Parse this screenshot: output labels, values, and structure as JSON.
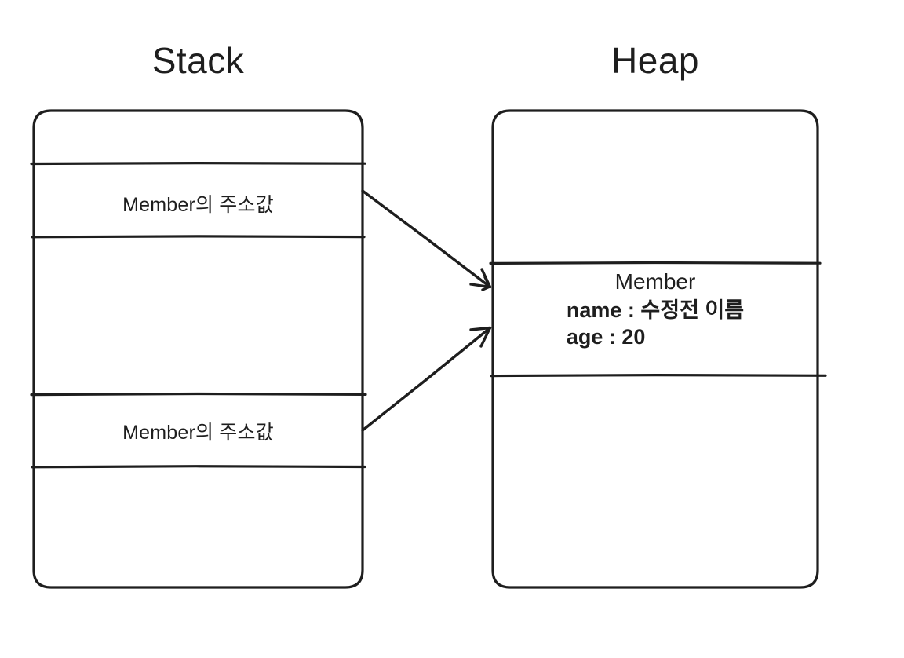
{
  "diagram": {
    "title": "Stack and Heap memory layout",
    "background_color": "#ffffff",
    "stroke_color": "#1e1e1e"
  },
  "stack": {
    "title": "Stack",
    "slots": [
      {
        "label": ""
      },
      {
        "label": "Member의 주소값"
      },
      {
        "label": ""
      },
      {
        "label": "Member의 주소값"
      },
      {
        "label": ""
      }
    ]
  },
  "heap": {
    "title": "Heap",
    "object": {
      "type_name": "Member",
      "fields": [
        "name : 수정전 이름",
        "age : 20"
      ]
    }
  },
  "arrows": [
    {
      "name": "pointer-arrow-top",
      "from": "stack-slot-1",
      "to": "heap-member-object"
    },
    {
      "name": "pointer-arrow-bottom",
      "from": "stack-slot-2",
      "to": "heap-member-object"
    }
  ]
}
